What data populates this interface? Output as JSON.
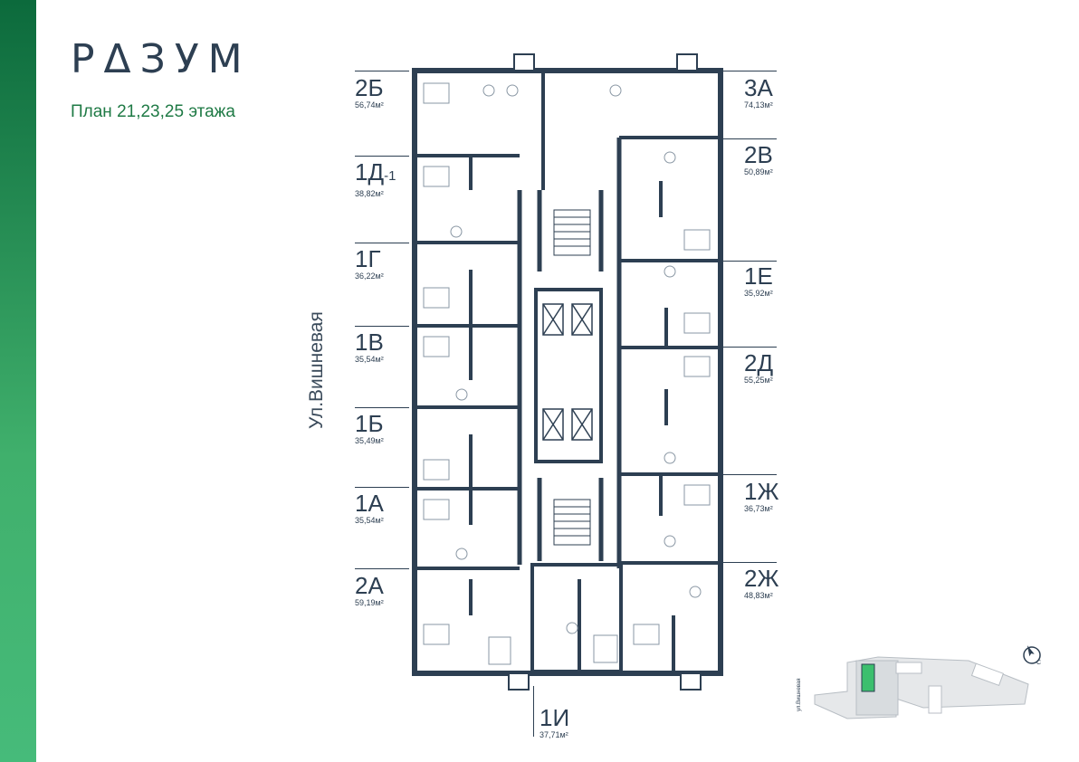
{
  "logo": "РΔЗУМ",
  "subtitle": "План 21,23,25 этажа",
  "street": "Ул.Вишневая",
  "minimap_street": "ул.Вишневая",
  "colors": {
    "accent": "#1f7a45",
    "wall": "#2d3f52",
    "highlight": "#3cbf6e"
  },
  "apartments_left": [
    {
      "code": "2Б",
      "suffix": "",
      "area": "56,74м²"
    },
    {
      "code": "1Д",
      "suffix": "-1",
      "area": "38,82м²"
    },
    {
      "code": "1Г",
      "suffix": "",
      "area": "36,22м²"
    },
    {
      "code": "1В",
      "suffix": "",
      "area": "35,54м²"
    },
    {
      "code": "1Б",
      "suffix": "",
      "area": "35,49м²"
    },
    {
      "code": "1А",
      "suffix": "",
      "area": "35,54м²"
    },
    {
      "code": "2А",
      "suffix": "",
      "area": "59,19м²"
    }
  ],
  "apartments_right": [
    {
      "code": "3А",
      "area": "74,13м²"
    },
    {
      "code": "2В",
      "area": "50,89м²"
    },
    {
      "code": "1Е",
      "area": "35,92м²"
    },
    {
      "code": "2Д",
      "area": "55,25м²"
    },
    {
      "code": "1Ж",
      "area": "36,73м²"
    },
    {
      "code": "2Ж",
      "area": "48,83м²"
    }
  ],
  "apartment_bottom": {
    "code": "1И",
    "area": "37,71м²"
  },
  "compass_label": "С"
}
